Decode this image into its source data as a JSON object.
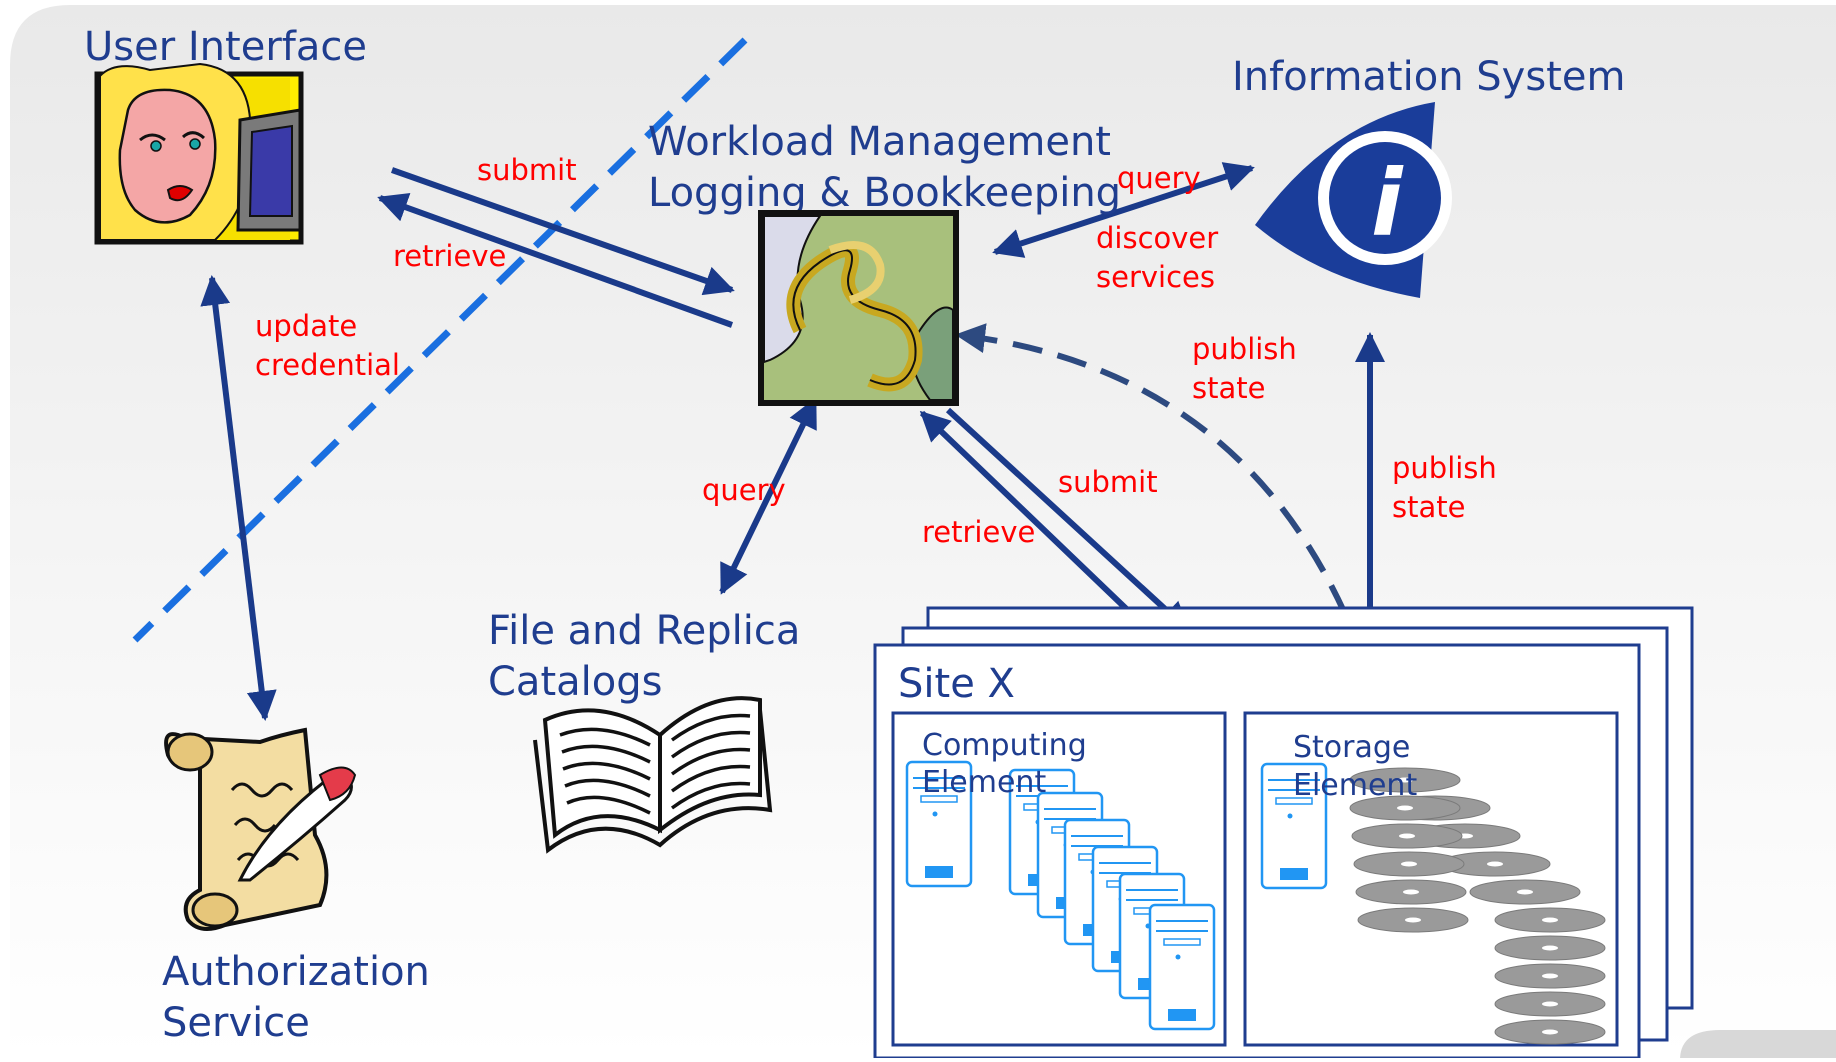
{
  "nodes": {
    "user_interface": "User Interface",
    "information_system": "Information System",
    "wms_line1": "Workload Management",
    "wms_line2": "Logging & Bookkeeping",
    "catalogs_line1": "File and Replica",
    "catalogs_line2": "Catalogs",
    "auth_line1": "Authorization",
    "auth_line2": "Service",
    "site": "Site X",
    "ce_line1": "Computing",
    "ce_line2": "Element",
    "se_line1": "Storage",
    "se_line2": "Element"
  },
  "edges": {
    "ui_submit": "submit",
    "ui_retrieve": "retrieve",
    "update_line1": "update",
    "update_line2": "credential",
    "is_query": "query",
    "discover_line1": "discover",
    "discover_line2": "services",
    "ce_publish_line1": "publish",
    "ce_publish_line2": "state",
    "catalog_query": "query",
    "site_submit": "submit",
    "site_retrieve": "retrieve",
    "se_publish_line1": "publish",
    "se_publish_line2": "state"
  },
  "icons": {
    "user": "user-at-computer-icon",
    "info": "information-eye-icon",
    "wms": "workload-manager-icon",
    "catalog": "open-book-icon",
    "auth": "scroll-quill-icon",
    "server": "server-tower-icon",
    "disk": "disk-platter-icon"
  },
  "colors": {
    "node_label": "#1f3d8f",
    "edge_label": "#ff0000",
    "arrow": "#1a3a8a",
    "firewall": "#1a6fe0",
    "computer_blue": "#2196f3",
    "wms_green": "#a8c07c"
  }
}
